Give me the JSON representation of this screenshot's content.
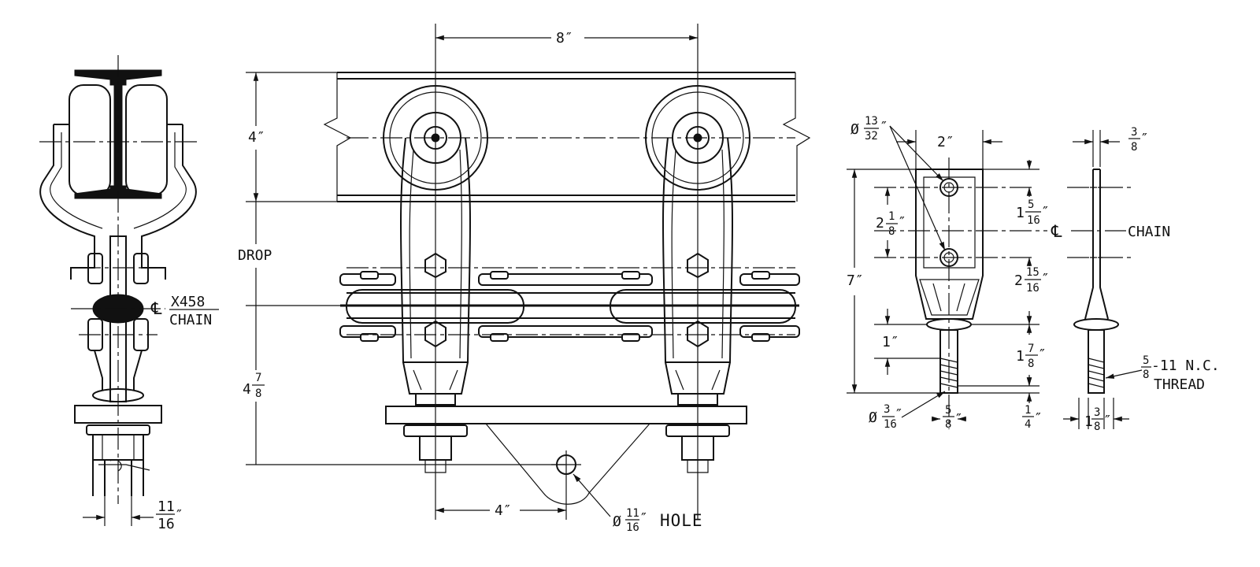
{
  "views": {
    "side": {
      "chain_callout": [
        "X458",
        "CHAIN"
      ],
      "width_whole": "",
      "width_num": "11",
      "width_den": "16",
      "inch": "″"
    },
    "front": {
      "top_span": "8″",
      "rail_height": "4″",
      "drop": "DROP",
      "bottom_whole": "4",
      "bottom_num": "7",
      "bottom_den": "8",
      "hole_offset": "4″",
      "hole_dia_sym": "Ø",
      "hole_num": "11",
      "hole_den": "16",
      "hole_word": "HOLE"
    },
    "bracket": {
      "top_hole_sym": "Ø",
      "top_hole_num": "13",
      "top_hole_den": "32",
      "width": "2″",
      "overall": "7″",
      "pitch_whole": "2",
      "pitch_num": "1",
      "pitch_den": "8",
      "top_whole": "1",
      "top_num": "5",
      "top_den": "16",
      "mid_whole": "2",
      "mid_num": "15",
      "mid_den": "16",
      "stud_len": "1″",
      "thread_whole": "1",
      "thread_num": "7",
      "thread_den": "8",
      "small_hole_sym": "Ø",
      "small_hole_num": "3",
      "small_hole_den": "16",
      "stud_num": "5",
      "stud_den": "8",
      "base_num": "1",
      "base_den": "4"
    },
    "edge": {
      "thickness_num": "3",
      "thickness_den": "8",
      "cl_label": "CHAIN",
      "thread_spec_num": "5",
      "thread_spec_den": "8",
      "thread_spec_rest": "-11 N.C.",
      "thread_word": "THREAD",
      "stud_whole": "1",
      "stud_num": "3",
      "stud_den": "8"
    }
  }
}
